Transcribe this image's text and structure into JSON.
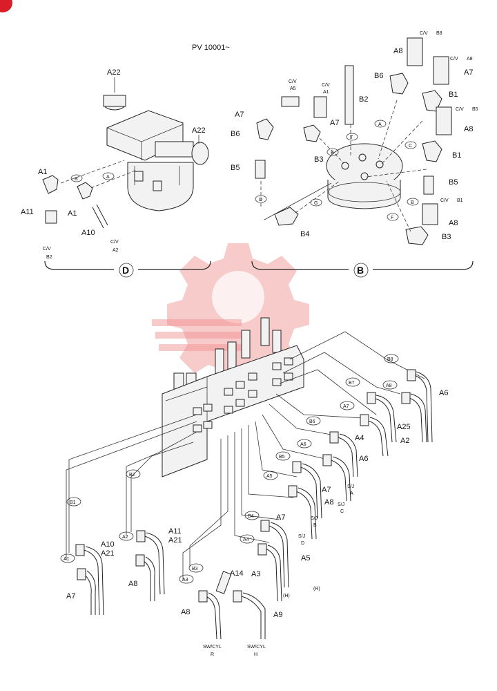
{
  "page_label": "PV 10001~",
  "views": [
    {
      "id": "D",
      "label": "D"
    },
    {
      "id": "B",
      "label": "B"
    }
  ],
  "view_d": {
    "parts": [
      "A22",
      "A22",
      "A1",
      "A1",
      "A11",
      "A10"
    ],
    "ports": [
      "B",
      "A"
    ],
    "cv": [
      {
        "text": "C/V",
        "sub": "B2"
      },
      {
        "text": "C/V",
        "sub": "A2"
      }
    ]
  },
  "view_b": {
    "parts": [
      "C/V",
      "A8",
      "A7",
      "B6",
      "B2",
      "A7",
      "B1",
      "A7",
      "C/V",
      "B6",
      "B3",
      "B5",
      "A8",
      "B1",
      "B5",
      "B4",
      "C/V",
      "A8",
      "B3"
    ],
    "ports": [
      "A",
      "T",
      "E",
      "C",
      "D",
      "G",
      "B",
      "F"
    ],
    "cv_subs": [
      "B8",
      "A8",
      "A5",
      "A1",
      "B5",
      "B1"
    ]
  },
  "main": {
    "ports": [
      "B8",
      "A8",
      "B7",
      "A7",
      "B6",
      "A6",
      "B5",
      "A5",
      "B4",
      "A4",
      "B3",
      "A3",
      "B2",
      "A2",
      "B1",
      "A1"
    ],
    "parts_right": [
      "A6",
      "A25",
      "A2",
      "A4",
      "A6",
      "A7",
      "A8",
      "A7",
      "A5",
      "A3"
    ],
    "parts_left": [
      "A10",
      "A21",
      "A7",
      "A11",
      "A21",
      "A8",
      "A14",
      "A8",
      "A9"
    ],
    "sj": [
      {
        "text": "S/J",
        "sub": "A"
      },
      {
        "text": "S/J",
        "sub": "C"
      },
      {
        "text": "S/J",
        "sub": "B"
      },
      {
        "text": "S/J",
        "sub": "D"
      }
    ],
    "sw": [
      {
        "text": "SW/CYL",
        "sub": "R"
      },
      {
        "text": "SW/CYL",
        "sub": "H"
      }
    ],
    "side_h": "(H)",
    "side_r": "(R)"
  }
}
